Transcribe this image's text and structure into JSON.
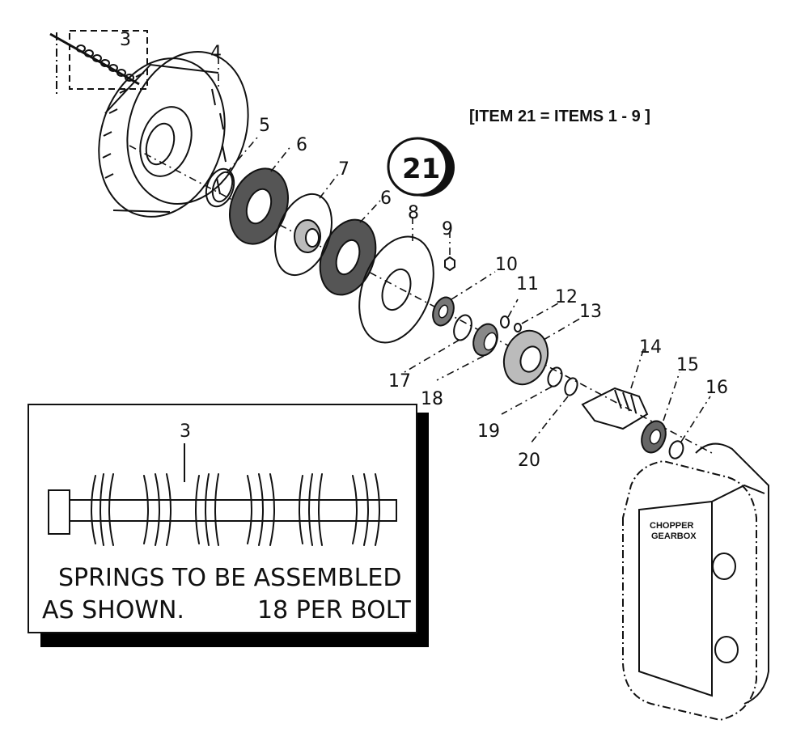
{
  "note": "[ITEM 21 = ITEMS 1 - 9 ]",
  "callout_badge": "21",
  "gearbox_label_line1": "CHOPPER",
  "gearbox_label_line2": "GEARBOX",
  "inset": {
    "callout": "3",
    "text_line1": "SPRINGS TO BE ASSEMBLED",
    "text_line2": "AS SHOWN.",
    "text_line2b": "18 PER BOLT"
  },
  "callouts": {
    "c3": "3",
    "c4": "4",
    "c5": "5",
    "c6a": "6",
    "c6b": "6",
    "c7": "7",
    "c8": "8",
    "c9": "9",
    "c10": "10",
    "c11": "11",
    "c12": "12",
    "c13": "13",
    "c14": "14",
    "c15": "15",
    "c16": "16",
    "c17": "17",
    "c18": "18",
    "c19": "19",
    "c20": "20"
  }
}
